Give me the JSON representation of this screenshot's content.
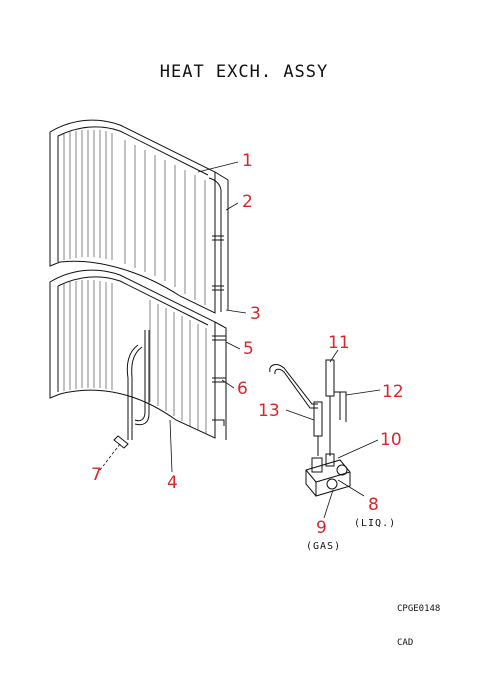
{
  "title": "HEAT EXCH. ASSY",
  "drawing_code": "CPGE0148",
  "cad_label": "CAD",
  "callouts": [
    {
      "n": "1"
    },
    {
      "n": "2"
    },
    {
      "n": "3"
    },
    {
      "n": "4"
    },
    {
      "n": "5"
    },
    {
      "n": "6"
    },
    {
      "n": "7"
    },
    {
      "n": "8"
    },
    {
      "n": "9"
    },
    {
      "n": "10"
    },
    {
      "n": "11"
    },
    {
      "n": "12"
    },
    {
      "n": "13"
    }
  ],
  "sublabels": {
    "liq": "(LIQ.)",
    "gas": "(GAS)"
  }
}
